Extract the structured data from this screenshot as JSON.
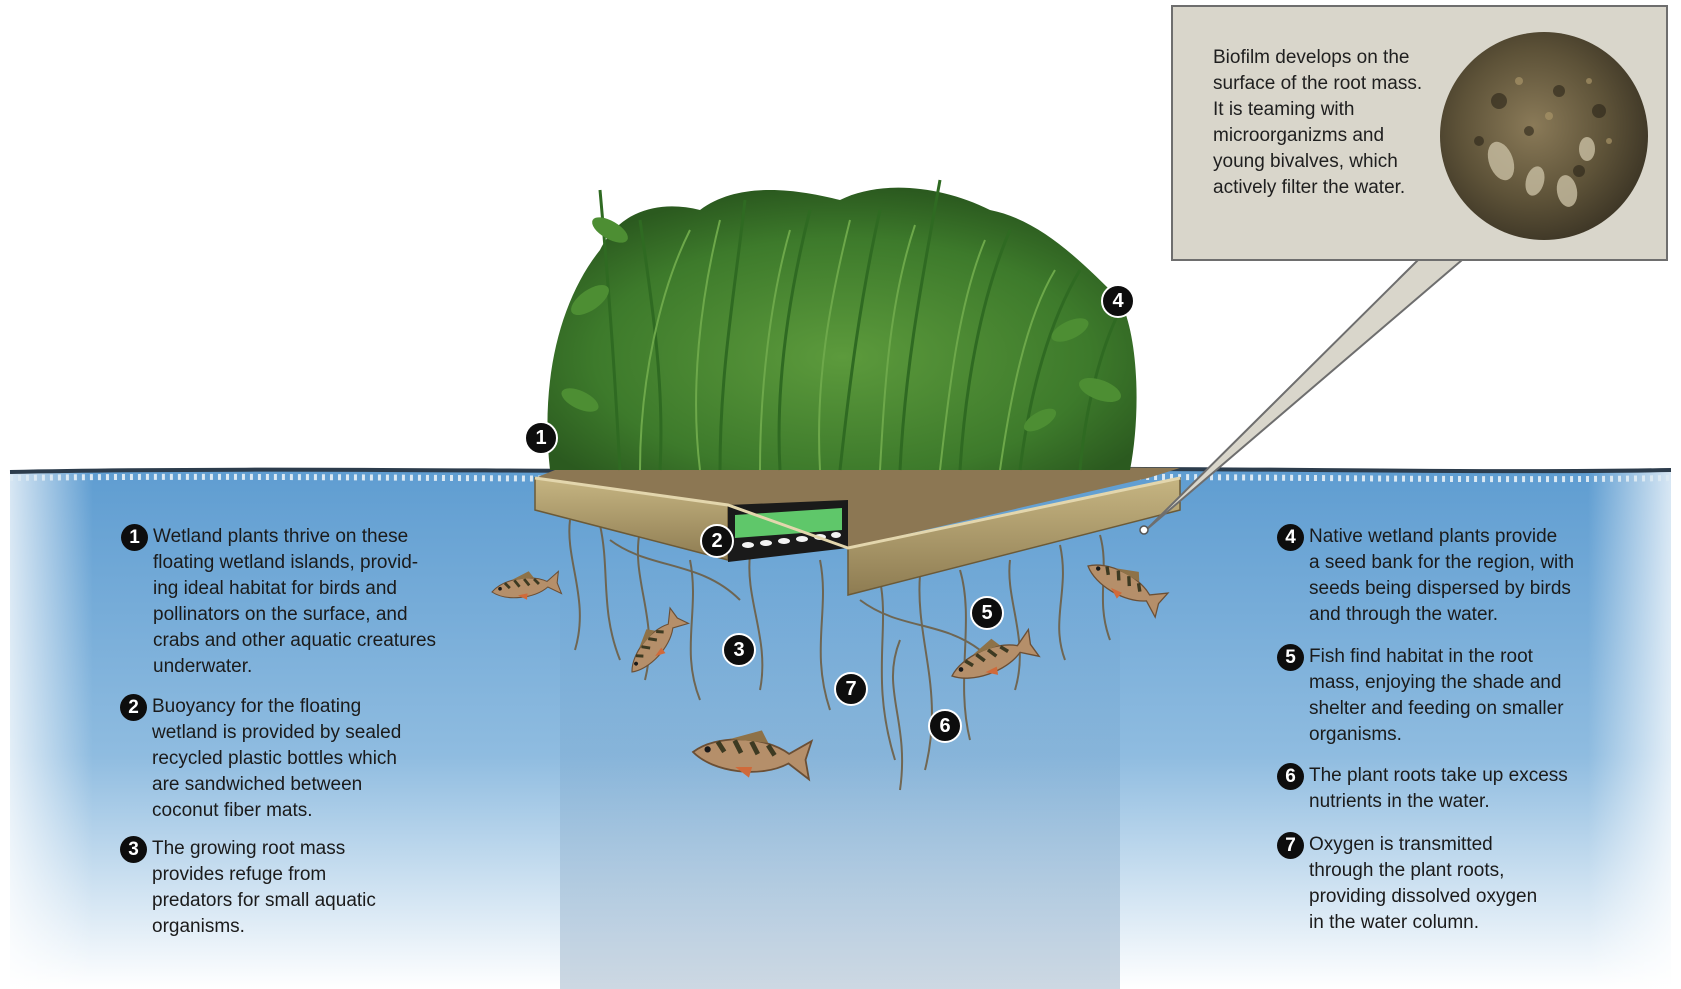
{
  "callout": {
    "text": "Biofilm develops on the\nsurface of the root mass.\nIt is teaming with\nmicroorganizms and\nyoung bivalves, which\nactively filter the water."
  },
  "markers": [
    "1",
    "2",
    "3",
    "4",
    "5",
    "6",
    "7"
  ],
  "legend": [
    {
      "num": "1",
      "text": "Wetland plants thrive on these\nfloating wetland islands, provid-\ning ideal habitat for birds and\npollinators on the surface, and\ncrabs and other aquatic creatures\nunderwater."
    },
    {
      "num": "2",
      "text": "Buoyancy for the floating\nwetland is provided by sealed\nrecycled plastic bottles which\nare sandwiched between\ncoconut fiber mats."
    },
    {
      "num": "3",
      "text": "The growing root mass\nprovides refuge from\npredators for small aquatic\norganisms."
    },
    {
      "num": "4",
      "text": "Native wetland plants provide\na seed bank for the region, with\nseeds being dispersed by birds\nand through the water."
    },
    {
      "num": "5",
      "text": "Fish find habitat in the root\nmass, enjoying the shade and\nshelter and feeding on smaller\norganisms."
    },
    {
      "num": "6",
      "text": "The plant roots take up excess\nnutrients in the water."
    },
    {
      "num": "7",
      "text": "Oxygen is transmitted\nthrough the plant roots,\nproviding dissolved oxygen\nin the water column."
    }
  ],
  "colors": {
    "water_top": "#5d9bd0",
    "water_bottom": "#ffffff",
    "callout_bg": "#d9d6cb",
    "frame_wood": "#c8b88a",
    "foliage": "#3f7a2c",
    "bottles": "#5fc76a",
    "marker_fill": "#0d0d0d"
  },
  "icons": [
    "wetland-plants-icon",
    "fish-icon",
    "root-mass-icon",
    "biofilm-photo-icon"
  ]
}
